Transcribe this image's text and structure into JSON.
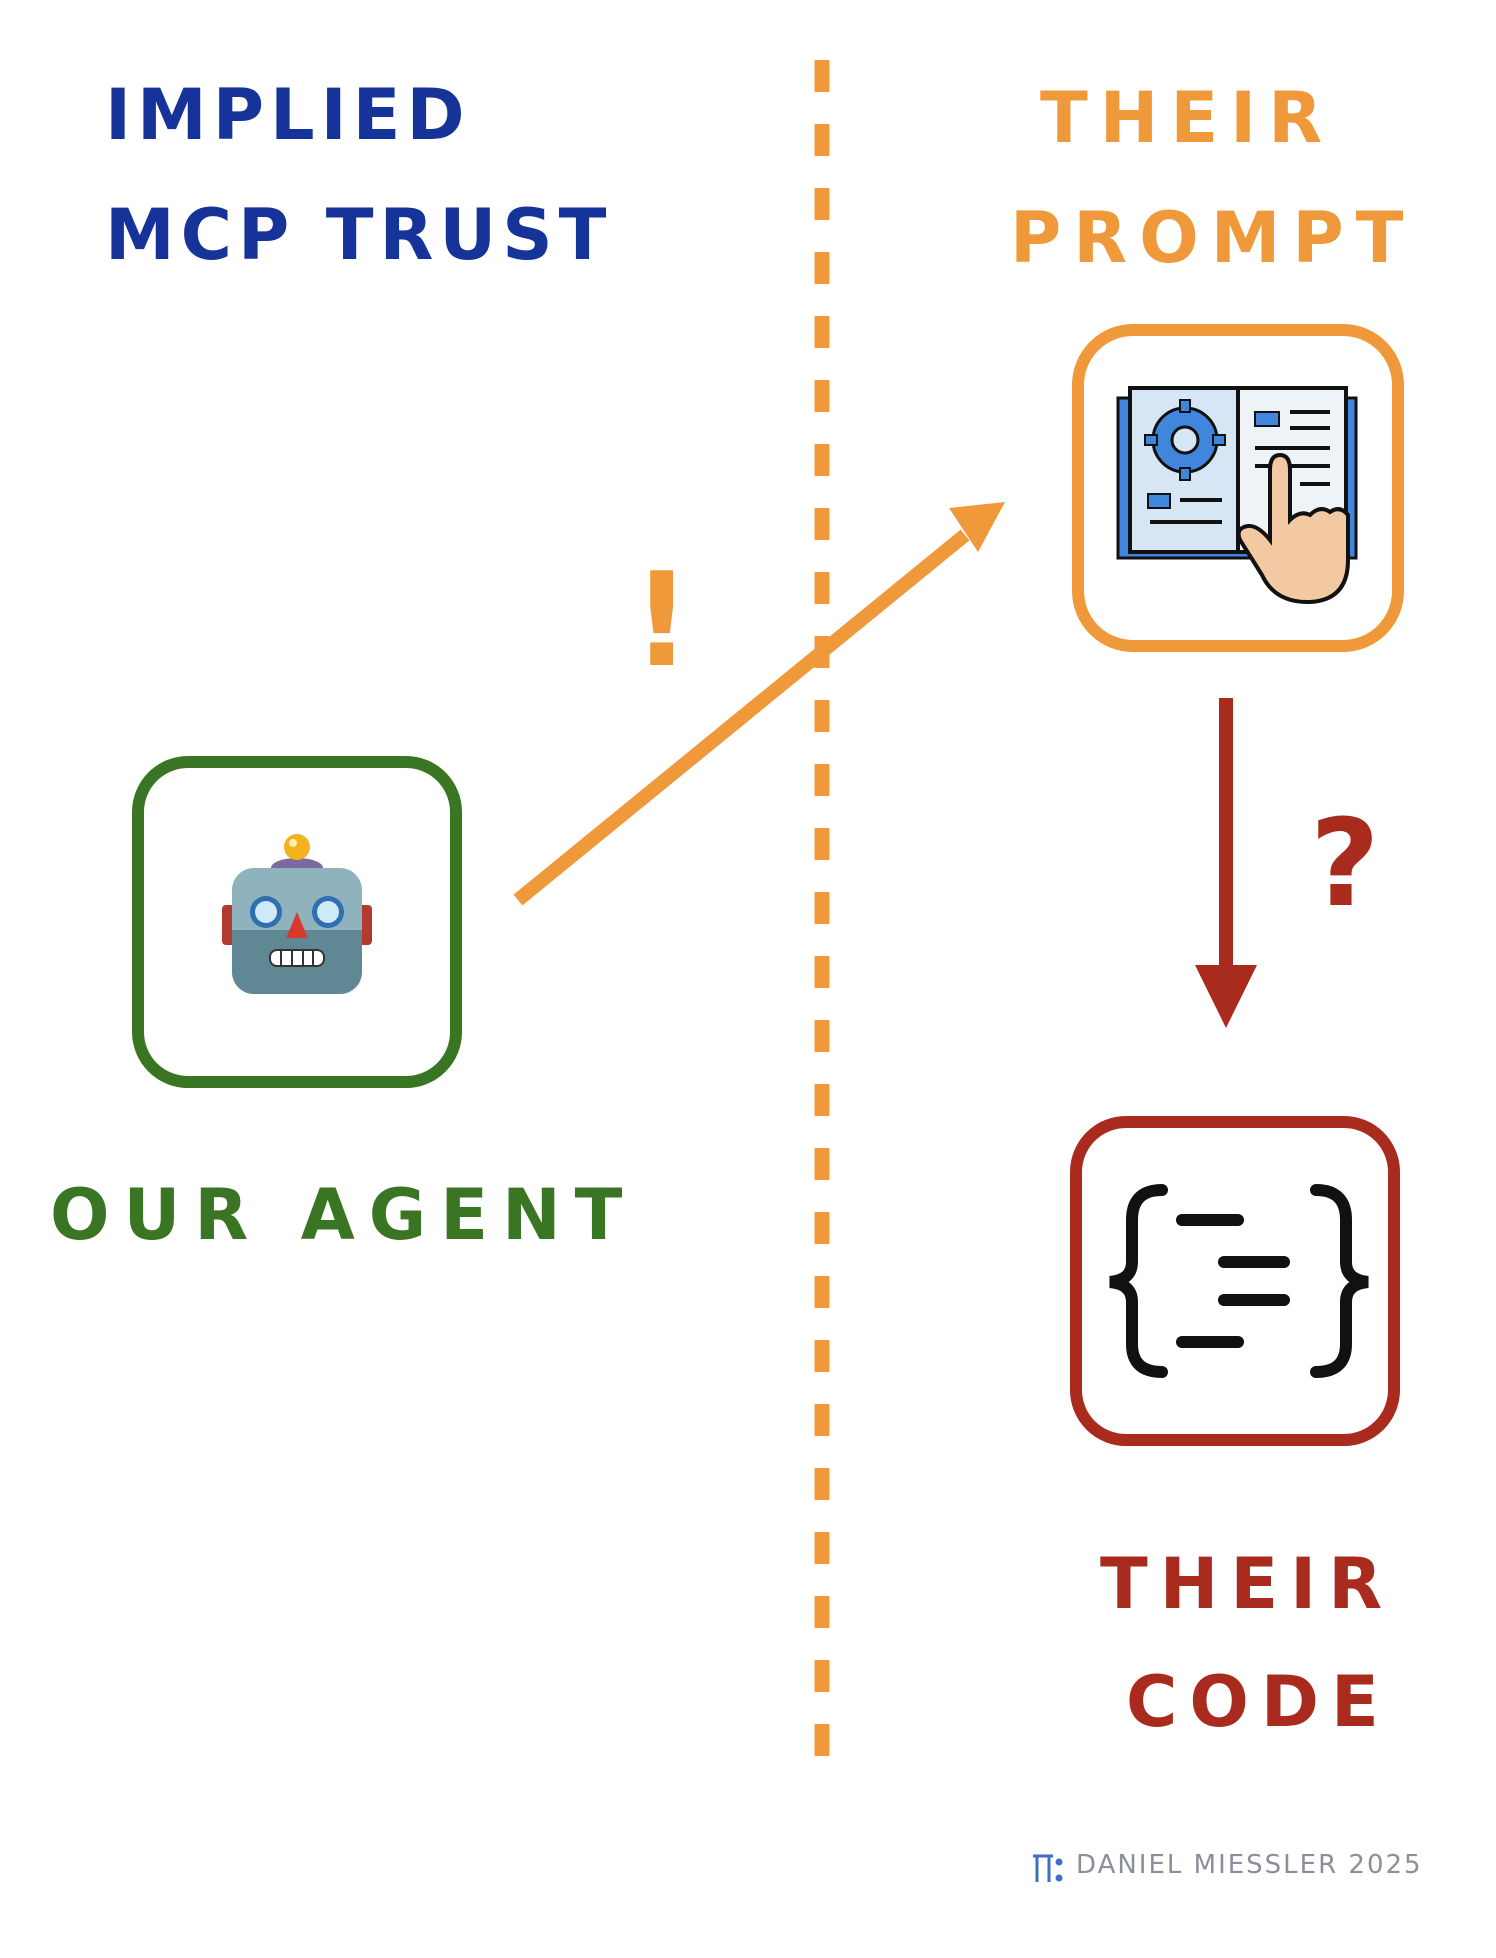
{
  "colors": {
    "blue": "#16339a",
    "orange": "#f0993a",
    "green": "#3a7524",
    "red": "#a82b1e",
    "gray": "#8a8f99"
  },
  "title": {
    "line1": "IMPLIED",
    "line2": "MCP TRUST"
  },
  "their_prompt": {
    "line1": "THEIR",
    "line2": "PROMPT",
    "icon": "manual-book-icon"
  },
  "our_agent": {
    "label": "OUR AGENT",
    "icon": "robot-icon"
  },
  "their_code": {
    "line1": "THEIR",
    "line2": "CODE",
    "icon": "code-braces-icon"
  },
  "marks": {
    "exclamation": "!",
    "question": "?"
  },
  "footer": {
    "text": "DANIEL MIESSLER 2025",
    "icon": "logo-icon"
  }
}
